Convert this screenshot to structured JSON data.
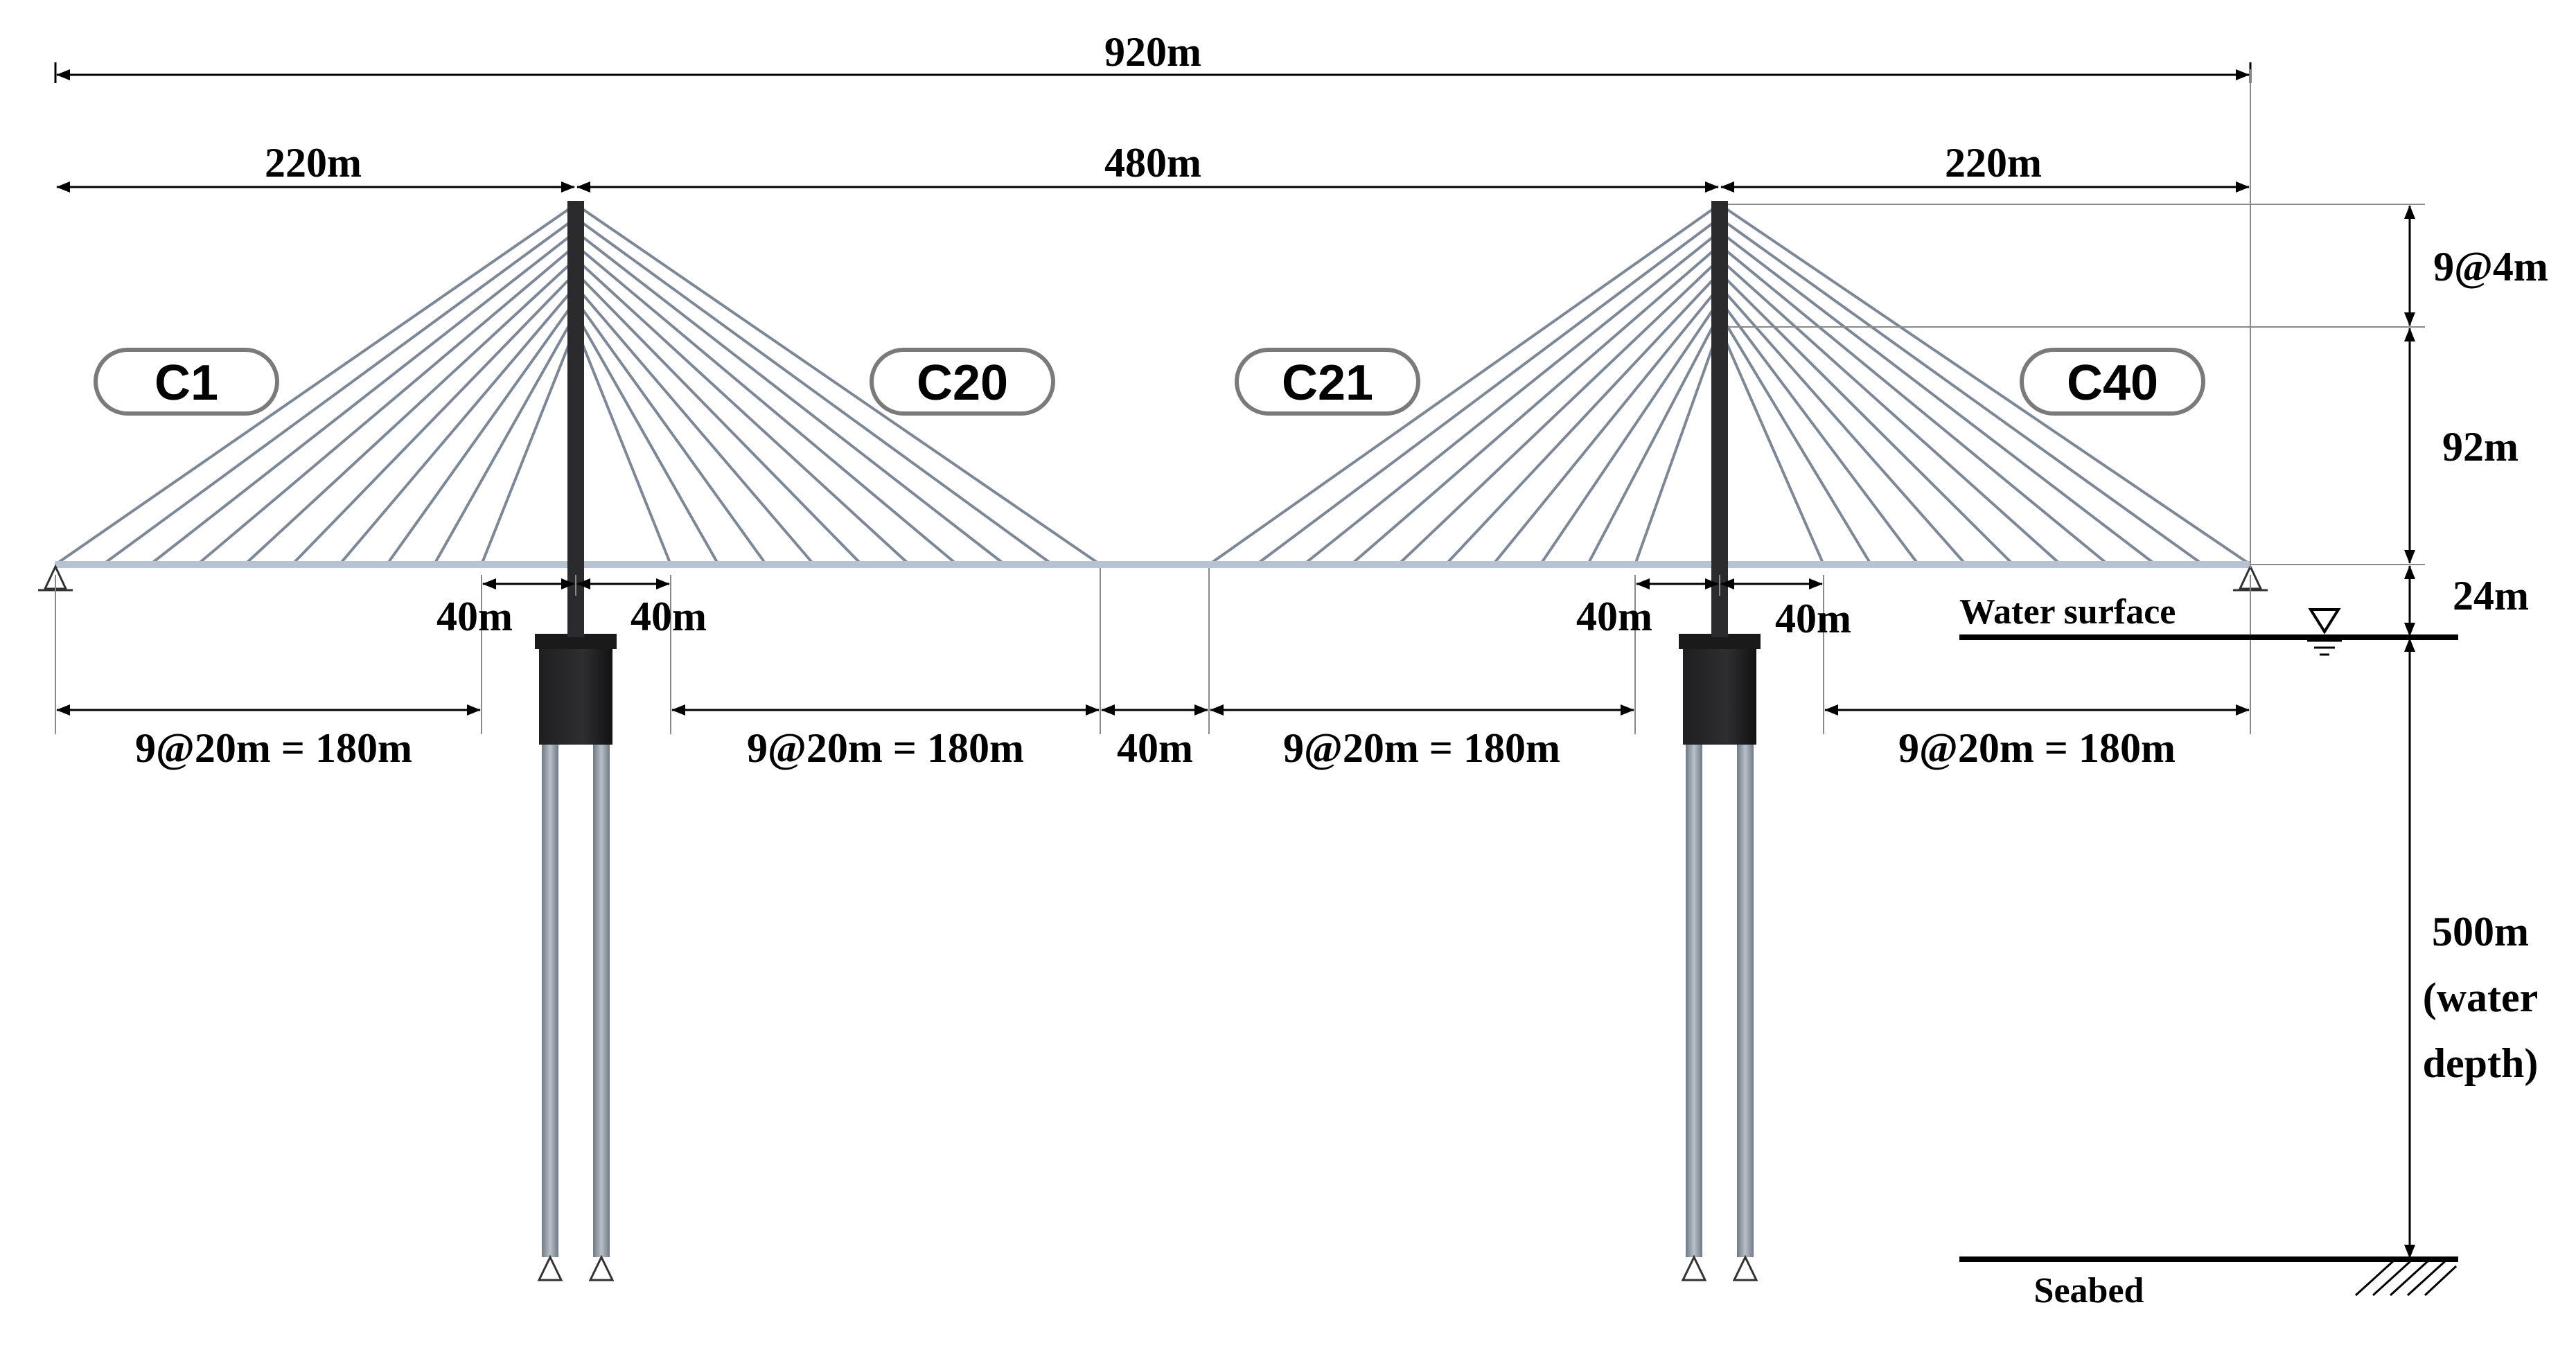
{
  "dimensions": {
    "total": "920m",
    "left_side_span": "220m",
    "main_span": "480m",
    "right_side_span": "220m",
    "left_anchor_spacing": "9@20m = 180m",
    "left_tower_offset_outer": "40m",
    "left_tower_offset_inner": "40m",
    "center_inner_left": "9@20m = 180m",
    "center_gap": "40m",
    "center_inner_right": "9@20m = 180m",
    "right_tower_offset_inner": "40m",
    "right_tower_offset_outer": "40m",
    "right_anchor_spacing": "9@20m = 180m",
    "cable_anchor_height": "9@4m",
    "tower_height_above_deck": "92m",
    "deck_clearance": "24m",
    "water_depth_value": "500m",
    "water_depth_note_1": "(water",
    "water_depth_note_2": "depth)"
  },
  "cables": {
    "left_outer": "C1",
    "left_inner": "C20",
    "right_inner": "C21",
    "right_outer": "C40"
  },
  "labels": {
    "water_surface": "Water surface",
    "seabed": "Seabed"
  },
  "colors": {
    "tower": "#2b2b2d",
    "cable": "#7d8796",
    "deck": "#b7c2d3",
    "pile": "#9aa3ae"
  }
}
